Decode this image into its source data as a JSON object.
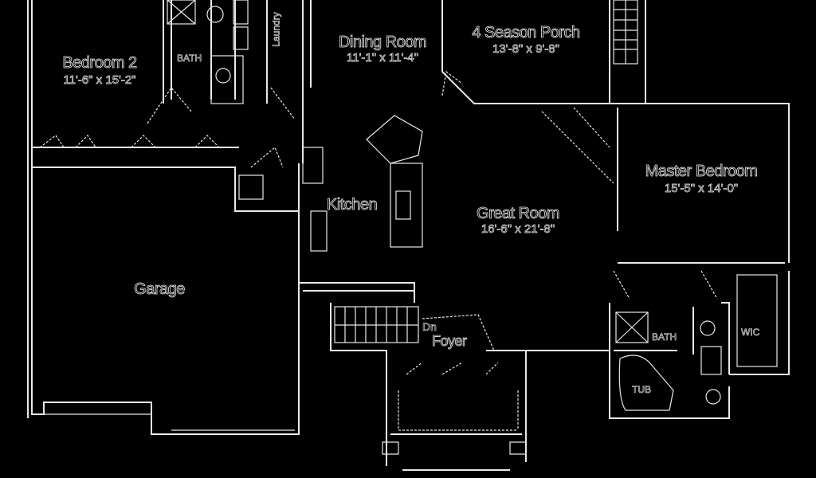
{
  "colors": {
    "background": "#000000",
    "lines": "#e8e8e8"
  },
  "rooms": {
    "bedroom2": {
      "name": "Bedroom 2",
      "size": "11'-6\" x 15'-2\""
    },
    "bath1": {
      "name": "BATH"
    },
    "laundry": {
      "name": "Laundry"
    },
    "dining": {
      "name": "Dining Room",
      "size": "11'-1\" x 11'-4\""
    },
    "porch": {
      "name": "4 Season Porch",
      "size": "13'-8\" x 9'-8\""
    },
    "master": {
      "name": "Master Bedroom",
      "size": "15'-5\" x 14'-0\""
    },
    "great": {
      "name": "Great Room",
      "size": "16'-6\" x 21'-8\""
    },
    "kitchen": {
      "name": "Kitchen"
    },
    "garage": {
      "name": "Garage"
    },
    "foyer": {
      "name": "Foyer",
      "stair": "Dn"
    },
    "bath2": {
      "name": "BATH"
    },
    "tub": {
      "name": "TUB"
    },
    "wic": {
      "name": "WIC"
    }
  }
}
